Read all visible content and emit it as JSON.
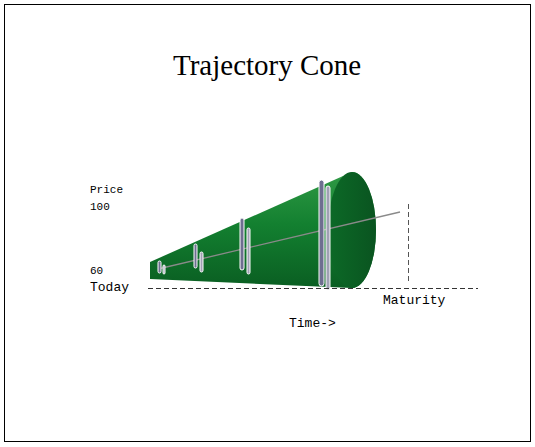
{
  "diagram": {
    "title": "Trajectory Cone",
    "labels": [
      "Price",
      "100",
      "60",
      "Today",
      "Maturity",
      "Time->"
    ]
  }
}
